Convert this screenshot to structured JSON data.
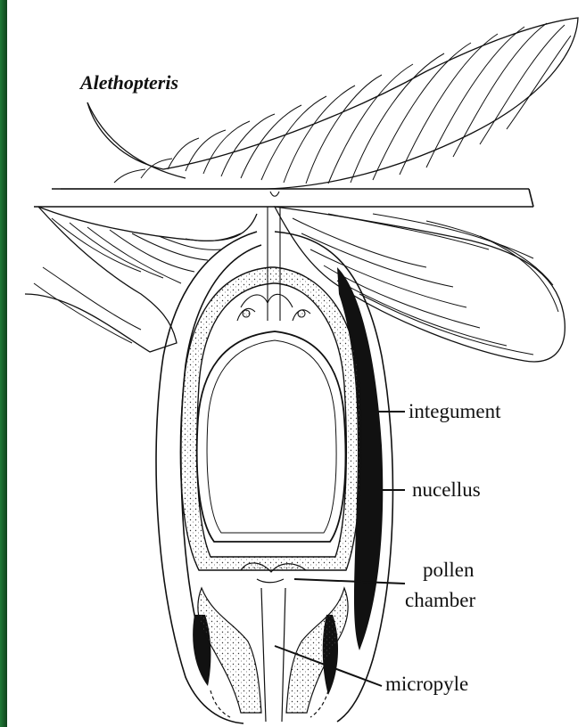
{
  "diagram": {
    "title": "Alethopteris",
    "labels": {
      "integument": "integument",
      "nucellus": "nucellus",
      "pollen_chamber_line1": "pollen",
      "pollen_chamber_line2": "chamber",
      "micropyle": "micropyle"
    },
    "colors": {
      "ink": "#111111",
      "paper": "#ffffff",
      "frame_green": "#1f7a36"
    }
  }
}
